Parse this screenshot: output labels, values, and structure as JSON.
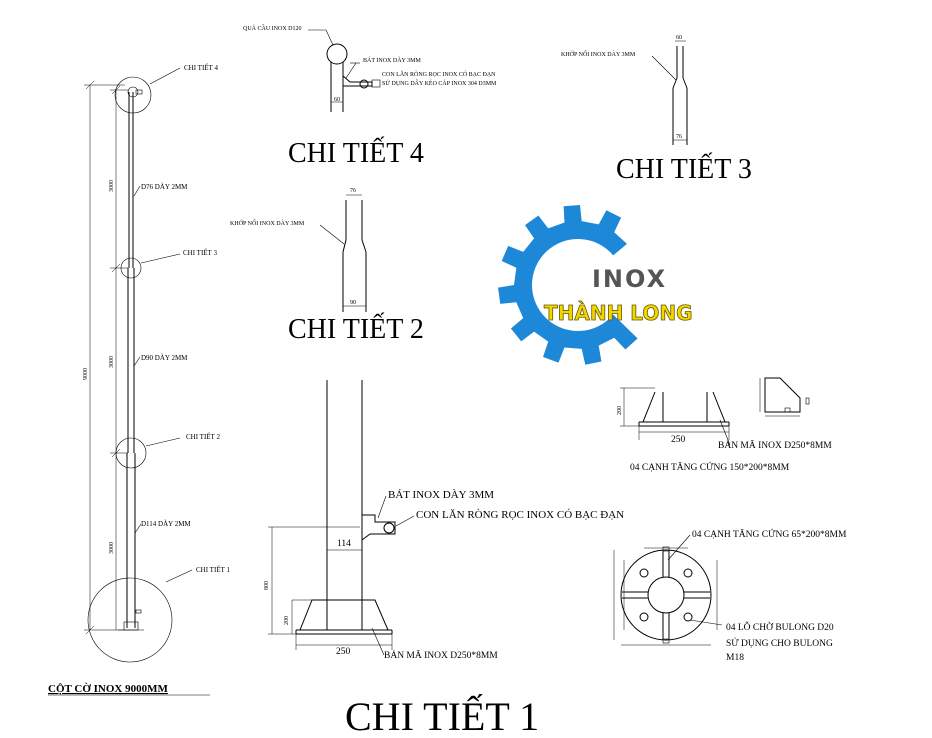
{
  "main_pole": {
    "title": "CỘT CỜ INOX 9000MM",
    "total_height": "9000",
    "segment_height": "3000",
    "seg_top_label": "D76 DÀY 2MM",
    "seg_mid_label": "D90  DÀY 2MM",
    "seg_bot_label": "D114 DÀY 2MM",
    "callout_4": "CHI TIẾT 4",
    "callout_3": "CHI TIẾT 3",
    "callout_2": "CHI TIẾT  2",
    "callout_1": "CHI TIẾT 1"
  },
  "detail_4": {
    "title": "CHI TIẾT 4",
    "ball_label": "QUẢ CẦU INOX D120",
    "bracket_label": "BÁT INOX DÀY 3MM",
    "roller_label": "CON LĂN RÒNG RỌC INOX CÓ BẠC ĐẠN",
    "cable_label": "SỬ DỤNG DÂY KÉO CÁP INOX 304 D3MM",
    "dim_60": "60"
  },
  "detail_3": {
    "title": "CHI TIẾT 3",
    "joint_label": "KHỚP NỐI INOX DÀY 3MM",
    "dim_top": "60",
    "dim_bottom": "76"
  },
  "detail_2": {
    "title": "CHI TIẾT 2",
    "joint_label": "KHỚP NỐI INOX DÀY 3MM",
    "dim_top": "76",
    "dim_bottom": "90"
  },
  "detail_1": {
    "title": "CHI TIẾT 1",
    "bracket_label": "BÁT INOX DÀY 3MM",
    "roller_label": "CON LĂN RÒNG RỌC INOX CÓ BẠC ĐẠN",
    "dim_114": "114",
    "dim_800": "800",
    "dim_200": "200",
    "dim_250": "250",
    "base_label": "BẢN MÃ INOX  D250*8MM"
  },
  "base_side": {
    "dim_200": "200",
    "dim_250": "250",
    "base_label": "BẢN MÃ INOX  D250*8MM",
    "rib_label": "04 CẠNH TĂNG CỨNG  150*200*8MM"
  },
  "base_plan": {
    "rib_label": "04 CẠNH TĂNG CỨNG  65*200*8MM",
    "holes_label": "04 LỖ CHỜ BULONG D20",
    "holes_use_label": "SỬ DỤNG CHO BULONG",
    "bolt_size": "M18"
  },
  "logo": {
    "line1": "INOX",
    "line2": "THÀNH LONG",
    "gear_color": "#1e88d8",
    "text1_color": "#555555",
    "text2_color": "#f2d600"
  }
}
